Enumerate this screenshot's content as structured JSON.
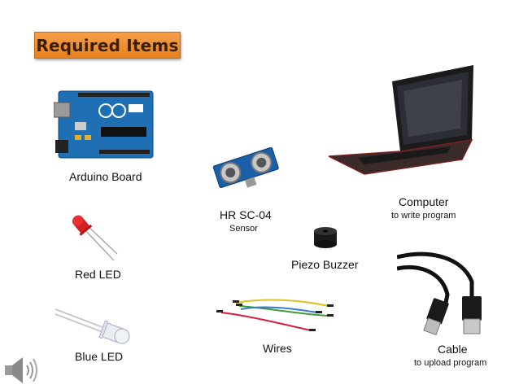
{
  "title": "Required Items",
  "items": {
    "arduino": {
      "label": "Arduino Board"
    },
    "sensor": {
      "label": "HR SC-04",
      "sub": "Sensor"
    },
    "computer": {
      "label": "Computer",
      "sub": "to write program"
    },
    "red_led": {
      "label": "Red LED"
    },
    "buzzer": {
      "label": "Piezo Buzzer"
    },
    "blue_led": {
      "label": "Blue LED"
    },
    "wires": {
      "label": "Wires"
    },
    "cable": {
      "label": "Cable",
      "sub": "to upload program"
    }
  },
  "icons": {
    "speaker": "speaker-icon"
  },
  "colors": {
    "title_fill": "#e8801c",
    "arduino_blue": "#1f6fb5",
    "sensor_blue": "#1a5fa8",
    "led_red": "#d42020"
  }
}
